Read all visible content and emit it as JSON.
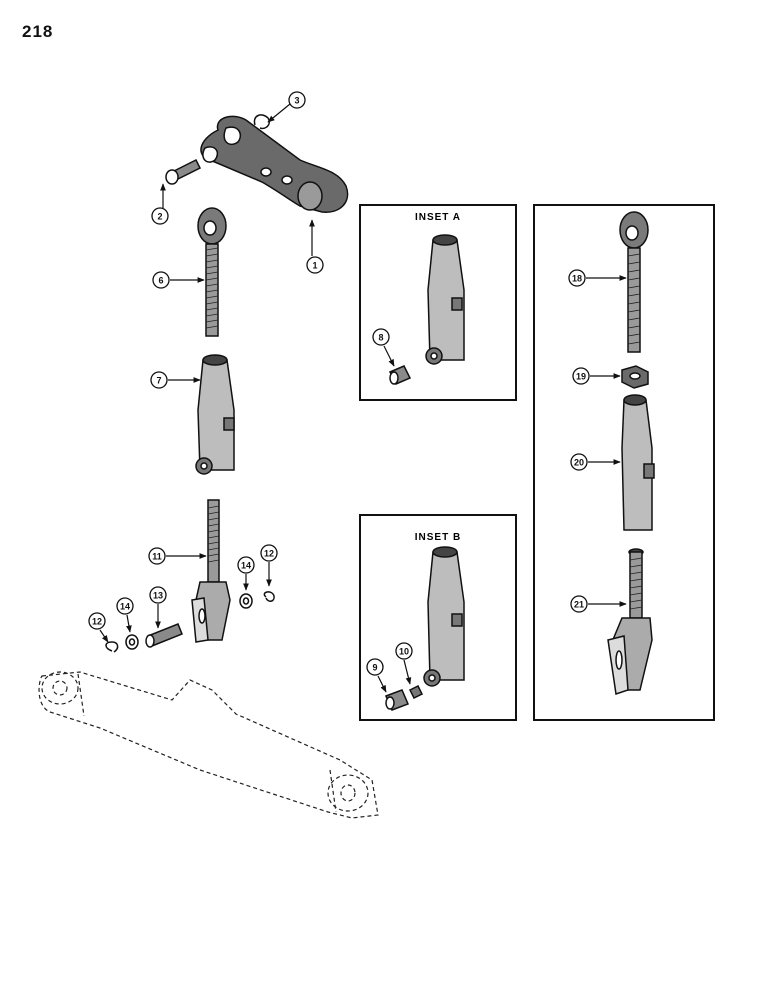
{
  "page": {
    "number": "218"
  },
  "insets": {
    "a": {
      "title": "INSET A"
    },
    "b": {
      "title": "INSET B"
    }
  },
  "callouts": {
    "c1": "1",
    "c2": "2",
    "c3": "3",
    "c6": "6",
    "c7": "7",
    "c8": "8",
    "c9": "9",
    "c10": "10",
    "c11": "11",
    "c12a": "12",
    "c12b": "12",
    "c13": "13",
    "c14a": "14",
    "c14b": "14",
    "c18": "18",
    "c19": "19",
    "c20": "20",
    "c21": "21"
  }
}
